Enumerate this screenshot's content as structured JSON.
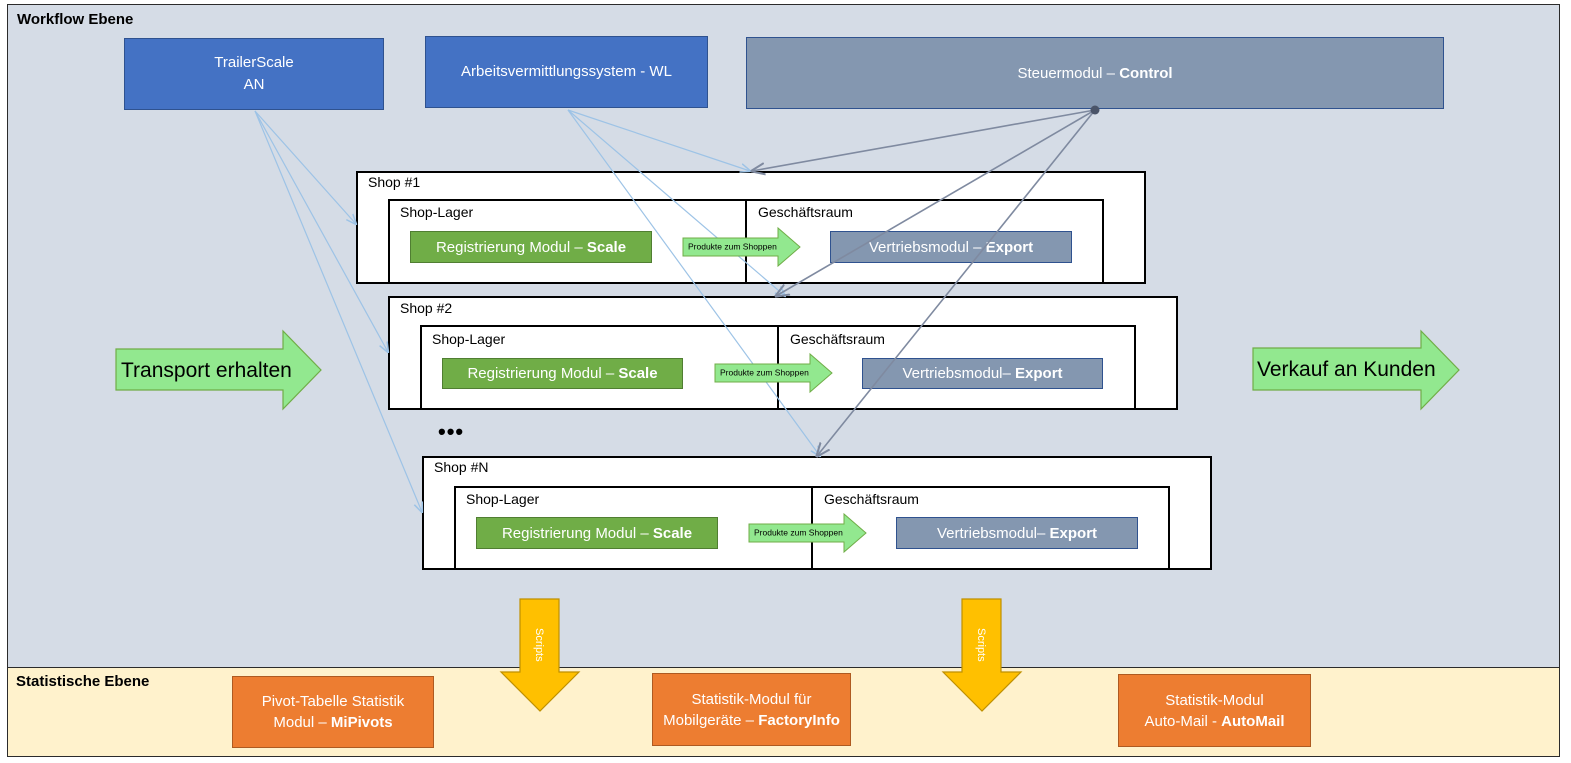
{
  "layers": {
    "workflow": "Workflow Ebene",
    "statistics": "Statistische Ebene"
  },
  "top_modules": {
    "trailerscale": {
      "line1": "TrailerScale",
      "line2": "AN"
    },
    "arbeits": "Arbeitsvermittlungssystem - WL",
    "steuer": {
      "prefix": "Steuermodul – ",
      "bold": "Control"
    }
  },
  "shops": [
    {
      "title": "Shop #1",
      "lager": "Shop-Lager",
      "raum": "Geschäftsraum",
      "reg_prefix": "Registrierung Modul – ",
      "reg_bold": "Scale",
      "flow_label": "Produkte zum Shoppen",
      "vert_prefix": "Vertriebsmodul – ",
      "vert_bold": "Export"
    },
    {
      "title": "Shop #2",
      "lager": "Shop-Lager",
      "raum": "Geschäftsraum",
      "reg_prefix": "Registrierung Modul – ",
      "reg_bold": "Scale",
      "flow_label": "Produkte zum Shoppen",
      "vert_prefix": "Vertriebsmodul– ",
      "vert_bold": "Export"
    },
    {
      "title": "Shop #N",
      "lager": "Shop-Lager",
      "raum": "Geschäftsraum",
      "reg_prefix": "Registrierung Modul – ",
      "reg_bold": "Scale",
      "flow_label": "Produkte zum Shoppen",
      "vert_prefix": "Vertriebsmodul– ",
      "vert_bold": "Export"
    }
  ],
  "ellipsis": "•••",
  "side_arrows": {
    "left": "Transport erhalten",
    "right": "Verkauf an Kunden"
  },
  "scripts_label": "Scripts",
  "stat_modules": {
    "pivot": {
      "line1": "Pivot-Tabelle Statistik",
      "line2_prefix": "Modul – ",
      "line2_bold": "MiPivots"
    },
    "factory": {
      "line1": "Statistik-Modul für",
      "line2_prefix": "Mobilgeräte – ",
      "line2_bold": "FactoryInfo"
    },
    "automail": {
      "line1": "Statistik-Modul",
      "line2_prefix": "Auto-Mail - ",
      "line2_bold": "AutoMail"
    }
  },
  "colors": {
    "workflow_bg": "#d5dce6",
    "statistics_bg": "#fff2cc",
    "module_blue": "#4472c4",
    "module_grey": "#8497b0",
    "module_green": "#70ad47",
    "module_orange": "#ed7d31",
    "arrow_green": "#92e88f",
    "arrow_yellow": "#ffc000",
    "connector_blue": "#9dc3e6",
    "connector_grey": "#7f8aa0"
  }
}
